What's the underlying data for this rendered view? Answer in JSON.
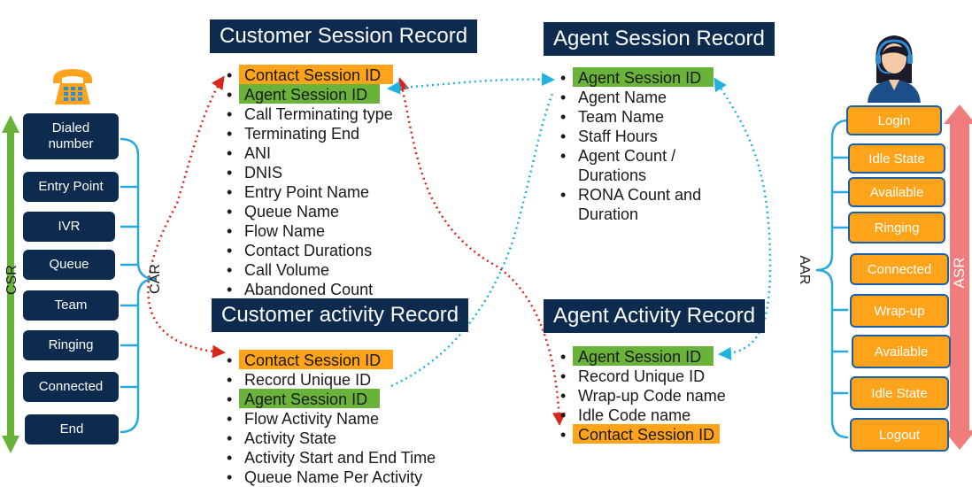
{
  "left_column": {
    "axis_label": "CSR",
    "brace_label": "CAR",
    "items": [
      "Dialed\nnumber",
      "Entry Point",
      "IVR",
      "Queue",
      "Team",
      "Ringing",
      "Connected",
      "End"
    ]
  },
  "customer_session": {
    "title": "Customer Session Record",
    "fields": [
      "Contact Session ID",
      "Agent Session ID",
      "Call Terminating type",
      "Terminating End",
      "ANI",
      "DNIS",
      "Entry Point Name",
      "Queue Name",
      "Flow Name",
      "Contact Durations",
      "Call Volume",
      "Abandoned Count"
    ]
  },
  "customer_activity": {
    "title": "Customer activity Record",
    "fields": [
      "Contact Session ID",
      "Record Unique ID",
      "Agent Session ID",
      "Flow Activity Name",
      "Activity State",
      "Activity Start and End Time",
      "Queue Name Per Activity"
    ]
  },
  "agent_session": {
    "title": "Agent Session Record",
    "fields": [
      "Agent Session ID",
      "Agent Name",
      "Team Name",
      "Staff Hours",
      "Agent Count /\nDurations",
      "RONA Count and\nDuration"
    ]
  },
  "agent_activity": {
    "title": "Agent Activity Record",
    "fields": [
      "Agent Session ID",
      "Record Unique ID",
      "Wrap-up Code name",
      "Idle Code name",
      "Contact Session ID"
    ]
  },
  "right_column": {
    "axis_label": "ASR",
    "brace_label": "AAR",
    "items": [
      "Login",
      "Idle State",
      "Available",
      "Ringing",
      "Connected",
      "Wrap-up",
      "Available",
      "Idle State",
      "Logout"
    ]
  },
  "colors": {
    "navy": "#0d2a4f",
    "orange": "#ffa31a",
    "green": "#6ab33a",
    "csr_arrow": "#6ab33a",
    "asr_arrow": "#f07c7c",
    "brace_blue": "#29a8e0",
    "red_link": "#d9261c",
    "cyan_link": "#1fb3e0"
  },
  "icons": {
    "phone": "phone-icon",
    "agent": "agent-headset-icon"
  }
}
